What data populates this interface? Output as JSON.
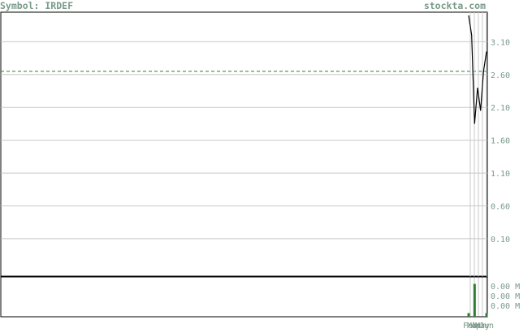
{
  "header": {
    "symbol_label": "Symbol: IRDEF",
    "site_label": "stockta.com"
  },
  "colors": {
    "text": "#7a9a8a",
    "frame": "#000000",
    "grid": "#c8c8c8",
    "price_line": "#000000",
    "reference_line": "#2e7d32",
    "volume_bar": "#2e7d32"
  },
  "chart_data": [
    {
      "type": "line",
      "title": "Symbol: IRDEF",
      "y_tick_labels": [
        "3.10",
        "2.60",
        "2.10",
        "1.60",
        "1.10",
        "0.60",
        "0.10"
      ],
      "y_ticks": [
        3.1,
        2.6,
        2.1,
        1.6,
        1.1,
        0.6,
        0.1
      ],
      "ylim": [
        -0.47,
        3.55
      ],
      "reference_value": 2.65,
      "reference_style": "dashed",
      "x_tick_labels": [
        "Feb",
        "Mar",
        "Apr",
        "May",
        "Jun"
      ],
      "series": [
        {
          "values": [
            3.5,
            3.2,
            1.85,
            2.4,
            2.05,
            2.65,
            2.95
          ]
        }
      ],
      "grid": true
    },
    {
      "type": "bar",
      "y_tick_labels": [
        "0.00 M",
        "0.00 M",
        "0.00 M"
      ],
      "volumes": [
        0.01,
        0.0,
        0.09,
        0.0,
        0.0,
        0.0,
        0.01
      ],
      "ylim": [
        0,
        0.1
      ]
    }
  ]
}
